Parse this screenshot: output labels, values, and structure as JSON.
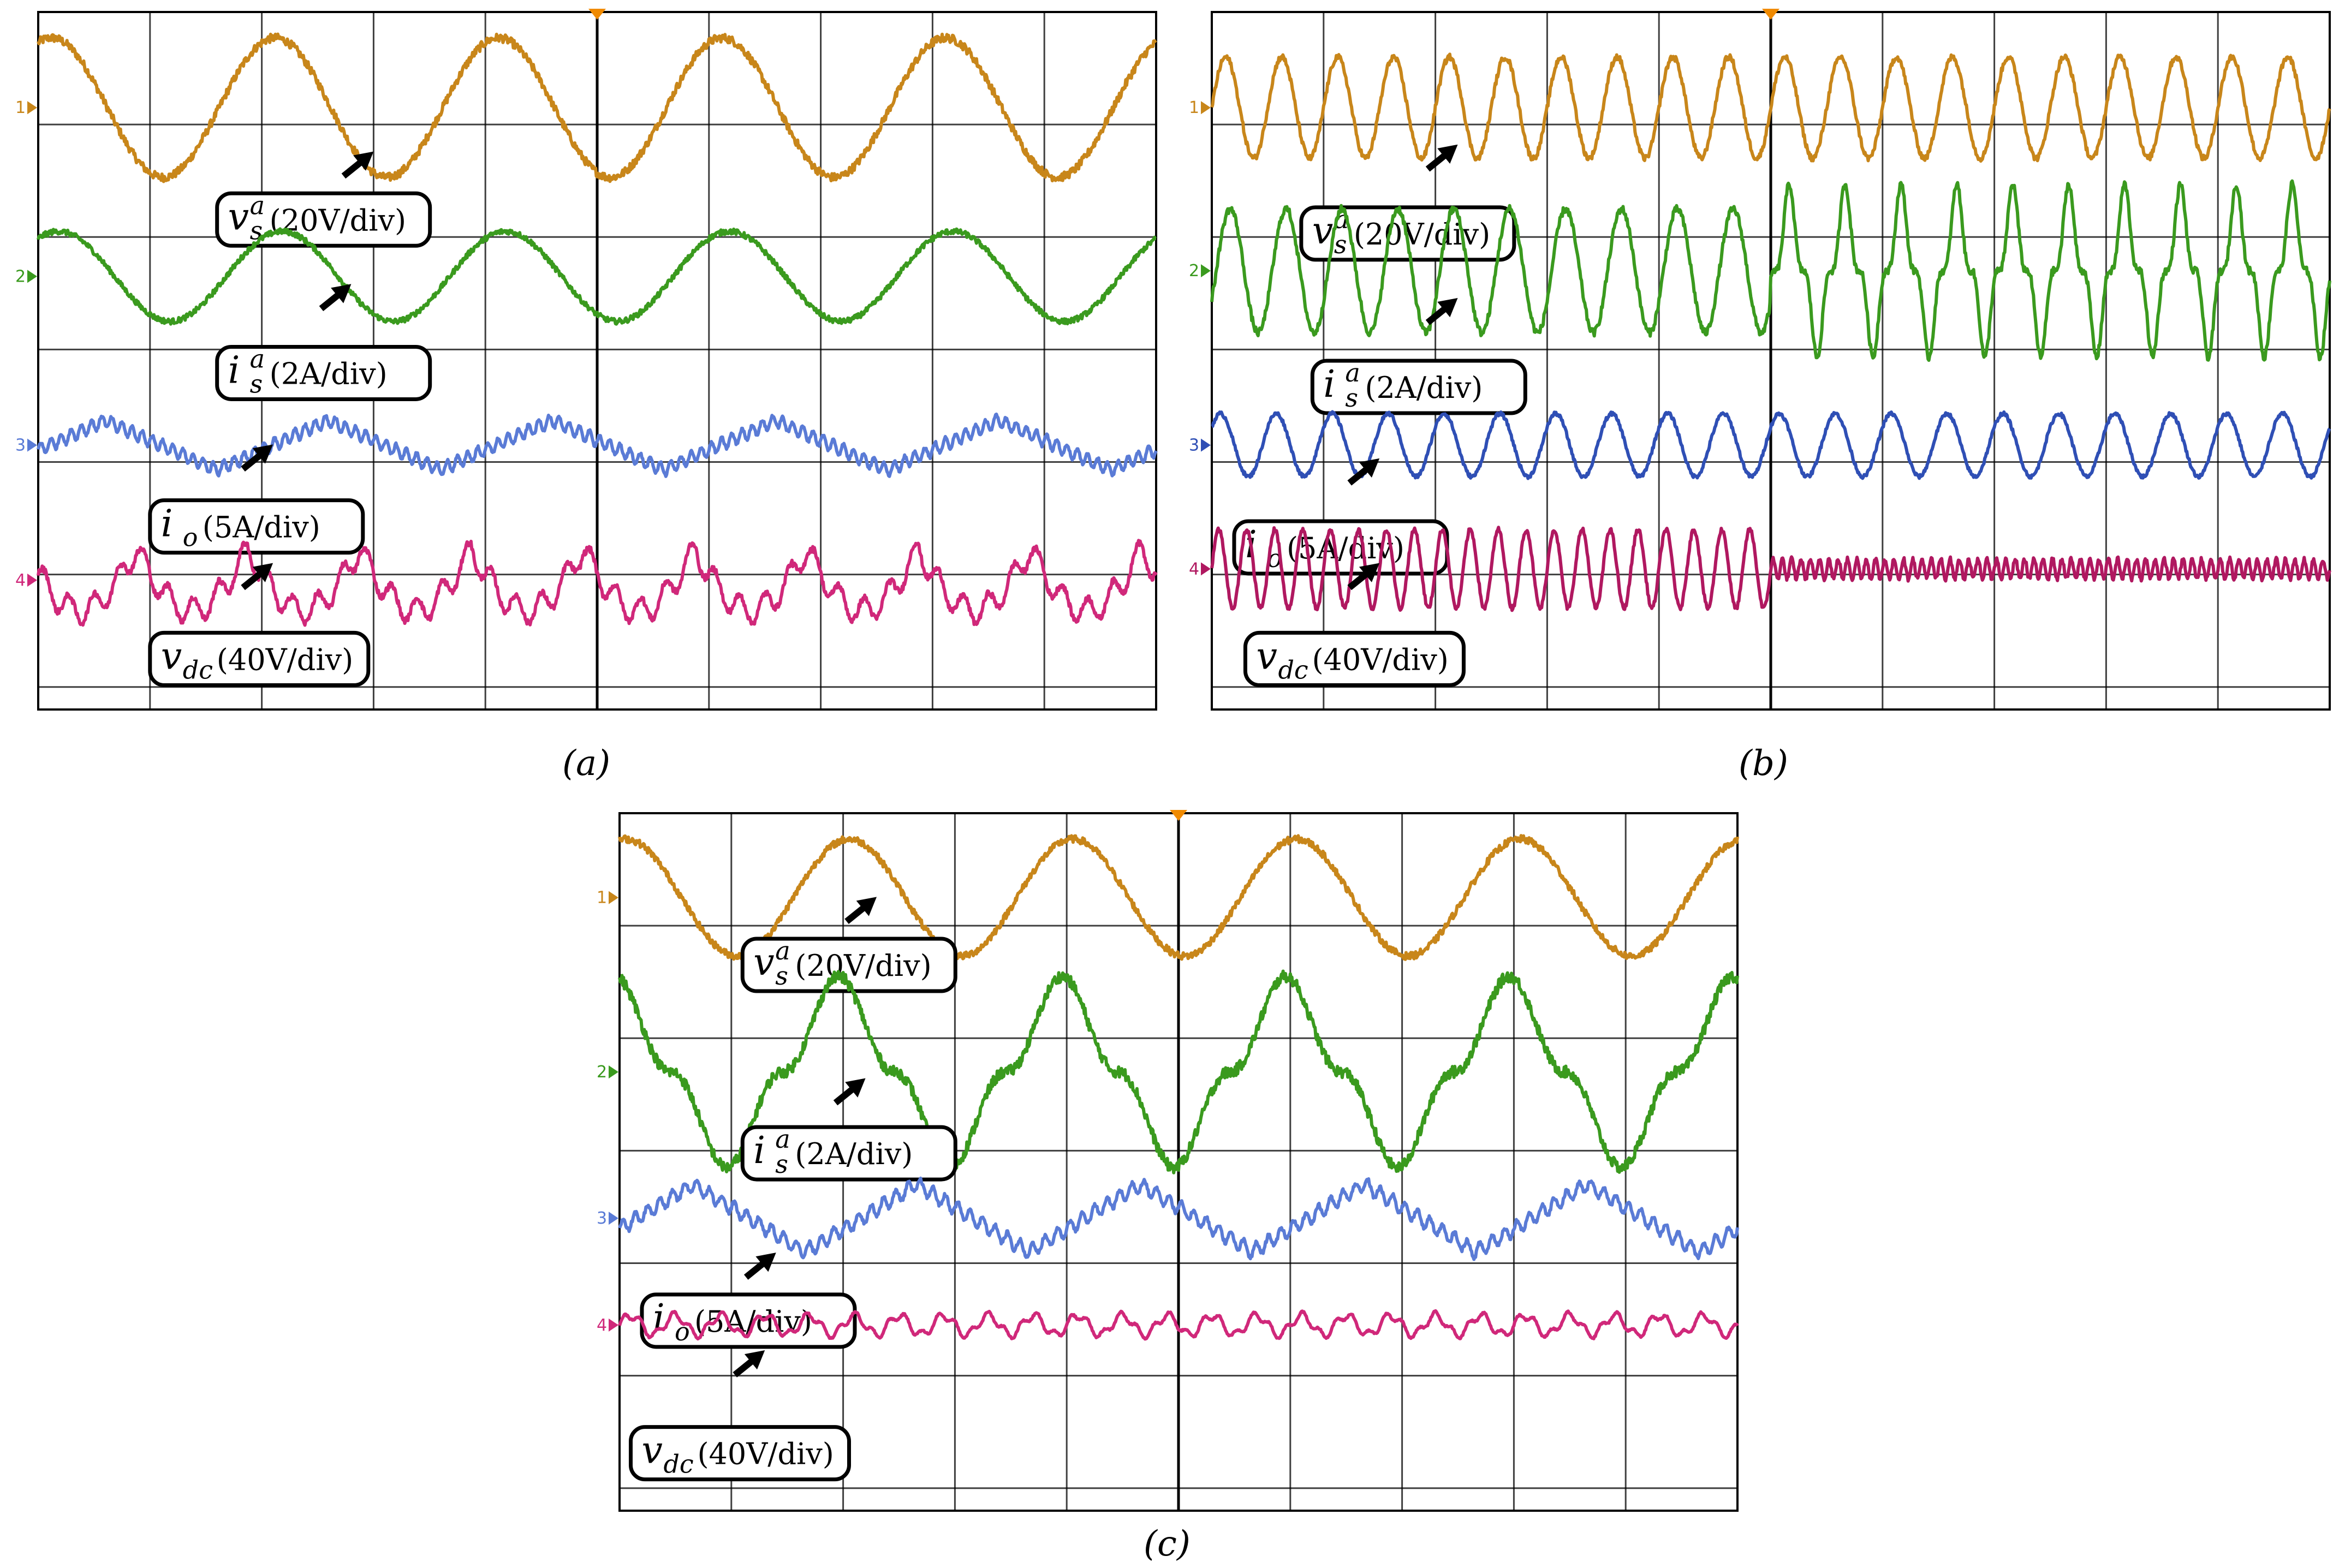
{
  "panels": [
    {
      "caption": "(a)",
      "traces": [
        {
          "id": "vs",
          "channel": "1",
          "color": "#c8861a",
          "label_sym": "v",
          "label_sup": "a",
          "label_sub": "s",
          "label_unit": "(20V/div)",
          "cycles": 5,
          "amplitude_div": 0.62,
          "center_div": 0.85
        },
        {
          "id": "is",
          "channel": "2",
          "color": "#3a9a1e",
          "label_sym": "i",
          "label_sup": "a",
          "label_sub": "s",
          "label_unit": "(2A/div)",
          "cycles": 5,
          "amplitude_div": 0.4,
          "center_div": 2.35
        },
        {
          "id": "io",
          "channel": "3",
          "color": "#5a7bd6",
          "label_sym": "i",
          "label_sup": "",
          "label_sub": "o",
          "label_unit": "(5A/div)",
          "cycles": 5,
          "amplitude_div": 0.22,
          "center_div": 3.85
        },
        {
          "id": "vdc",
          "channel": "4",
          "color": "#d0287a",
          "label_sym": "v",
          "label_sup": "",
          "label_sub": "dc",
          "label_unit": "(40V/div)",
          "cycles": 5,
          "amplitude_div": 0.45,
          "center_div": 5.05
        }
      ]
    },
    {
      "caption": "(b)",
      "traces": [
        {
          "id": "vs",
          "channel": "1",
          "color": "#c8861a",
          "label_sym": "v",
          "label_sup": "a",
          "label_sub": "s",
          "label_unit": "(20V/div)",
          "cycles": 20,
          "amplitude_div": 0.45,
          "center_div": 0.85
        },
        {
          "id": "is",
          "channel": "2",
          "color": "#3a9a1e",
          "label_sym": "i",
          "label_sup": "a",
          "label_sub": "s",
          "label_unit": "(2A/div)",
          "cycles": 20,
          "amplitude_div": 0.55,
          "center_div": 2.3
        },
        {
          "id": "io",
          "channel": "3",
          "color": "#2f4fb5",
          "label_sym": "i",
          "label_sup": "",
          "label_sub": "o",
          "label_unit": "(5A/div)",
          "cycles": 20,
          "amplitude_div": 0.28,
          "center_div": 3.85
        },
        {
          "id": "vdc",
          "channel": "4",
          "color": "#b01860",
          "label_sym": "v",
          "label_sup": "",
          "label_sub": "dc",
          "label_unit": "(40V/div)",
          "cycles": 40,
          "amplitude_div": 0.35,
          "center_div": 4.95
        }
      ]
    },
    {
      "caption": "(c)",
      "traces": [
        {
          "id": "vs",
          "channel": "1",
          "color": "#c8861a",
          "label_sym": "v",
          "label_sup": "a",
          "label_sub": "s",
          "label_unit": "(20V/div)",
          "cycles": 5,
          "amplitude_div": 0.52,
          "center_div": 0.75
        },
        {
          "id": "is",
          "channel": "2",
          "color": "#3a9a1e",
          "label_sym": "i",
          "label_sup": "a",
          "label_sub": "s",
          "label_unit": "(2A/div)",
          "cycles": 5,
          "amplitude_div": 0.85,
          "center_div": 2.3
        },
        {
          "id": "io",
          "channel": "3",
          "color": "#5a7bd6",
          "label_sym": "i",
          "label_sup": "",
          "label_sub": "o",
          "label_unit": "(5A/div)",
          "cycles": 5,
          "amplitude_div": 0.3,
          "center_div": 3.6
        },
        {
          "id": "vdc",
          "channel": "4",
          "color": "#d0287a",
          "label_sym": "v",
          "label_sup": "",
          "label_sub": "dc",
          "label_unit": "(40V/div)",
          "cycles": 25,
          "amplitude_div": 0.12,
          "center_div": 4.55
        }
      ]
    }
  ],
  "chart_data": [
    {
      "type": "line",
      "title": "",
      "xlabel": "",
      "ylabel": "",
      "grid": true,
      "x_divisions": 10,
      "y_divisions": 8,
      "series": [
        {
          "name": "v_s^a (20V/div)",
          "waveform": "sinusoid",
          "cycles": 5
        },
        {
          "name": "i_s^a (2A/div)",
          "waveform": "sinusoid",
          "cycles": 5
        },
        {
          "name": "i_o (5A/div)",
          "waveform": "triangular",
          "cycles": 5
        },
        {
          "name": "v_dc (40V/div)",
          "waveform": "rectified with ripple",
          "cycles": 5
        }
      ]
    },
    {
      "type": "line",
      "title": "",
      "xlabel": "",
      "ylabel": "",
      "grid": true,
      "x_divisions": 10,
      "y_divisions": 8,
      "series": [
        {
          "name": "v_s^a (20V/div)",
          "waveform": "sinusoid",
          "cycles": 20
        },
        {
          "name": "i_s^a (2A/div)",
          "waveform": "sinusoid then distorted after midpoint",
          "cycles": 20
        },
        {
          "name": "i_o (5A/div)",
          "waveform": "sinusoid",
          "cycles": 20
        },
        {
          "name": "v_dc (40V/div)",
          "waveform": "large ripple then reduced ripple after midpoint",
          "cycles": 40
        }
      ]
    },
    {
      "type": "line",
      "title": "",
      "xlabel": "",
      "ylabel": "",
      "grid": true,
      "x_divisions": 10,
      "y_divisions": 8,
      "series": [
        {
          "name": "v_s^a (20V/div)",
          "waveform": "sinusoid",
          "cycles": 5
        },
        {
          "name": "i_s^a (2A/div)",
          "waveform": "peaked",
          "cycles": 5
        },
        {
          "name": "i_o (5A/div)",
          "waveform": "triangular",
          "cycles": 5
        },
        {
          "name": "v_dc (40V/div)",
          "waveform": "ripple",
          "cycles": 25
        }
      ]
    }
  ]
}
